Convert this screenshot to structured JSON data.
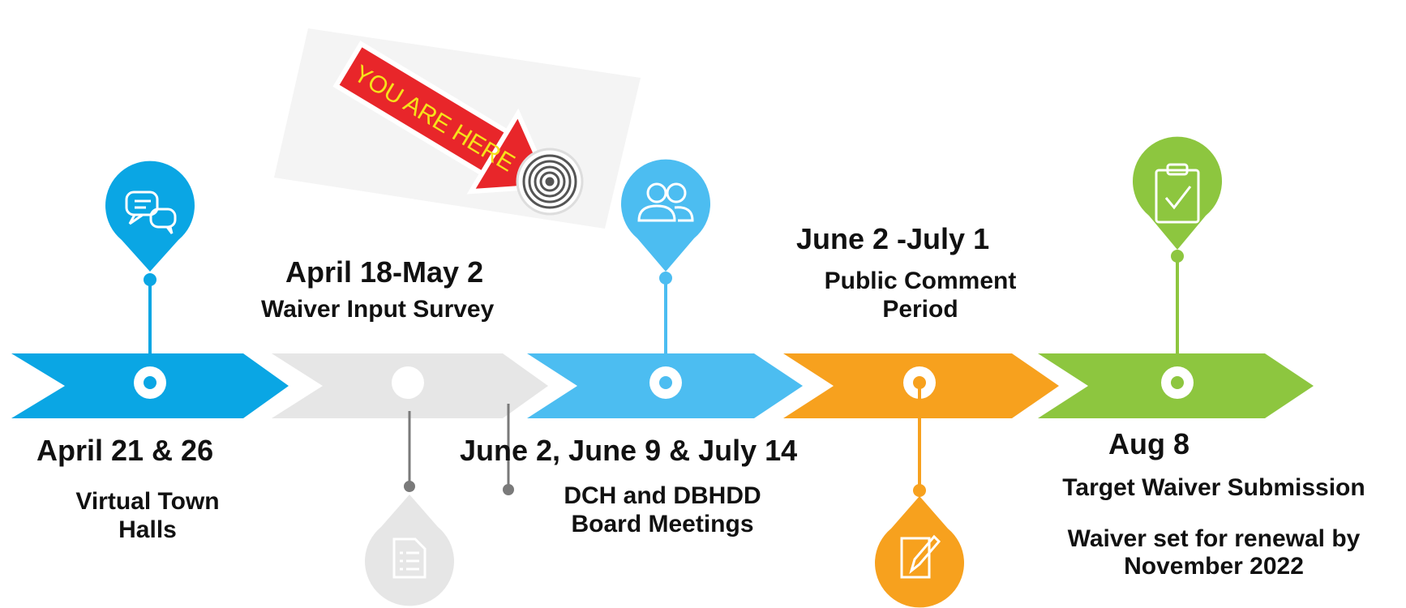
{
  "banner": {
    "text": "YOU ARE HERE",
    "arrow_color": "#e8262a",
    "text_color": "#f6e21a"
  },
  "timeline": {
    "milestones": [
      {
        "id": "town-halls",
        "color": "#0aa6e4",
        "icon": "chat-bubbles-icon",
        "date": "April 21 & 26",
        "description_lines": [
          "Virtual Town",
          "Halls"
        ]
      },
      {
        "id": "survey",
        "color": "#e6e6e6",
        "icon": "document-list-icon",
        "date": "April 18-May 2",
        "description_lines": [
          "Waiver Input Survey"
        ]
      },
      {
        "id": "board-meetings",
        "color": "#4cbdf1",
        "icon": "users-icon",
        "date": "June 2, June 9  & July 14",
        "description_lines": [
          "DCH and DBHDD",
          "Board Meetings"
        ]
      },
      {
        "id": "public-comment",
        "color": "#f7a11e",
        "icon": "pencil-note-icon",
        "date": "June 2 -July 1",
        "description_lines": [
          "Public Comment",
          "Period"
        ]
      },
      {
        "id": "submission",
        "color": "#8dc63f",
        "icon": "clipboard-check-icon",
        "date": "Aug 8",
        "description_lines": [
          "Target Waiver Submission",
          "",
          "Waiver set for renewal by",
          "November 2022"
        ]
      }
    ]
  }
}
